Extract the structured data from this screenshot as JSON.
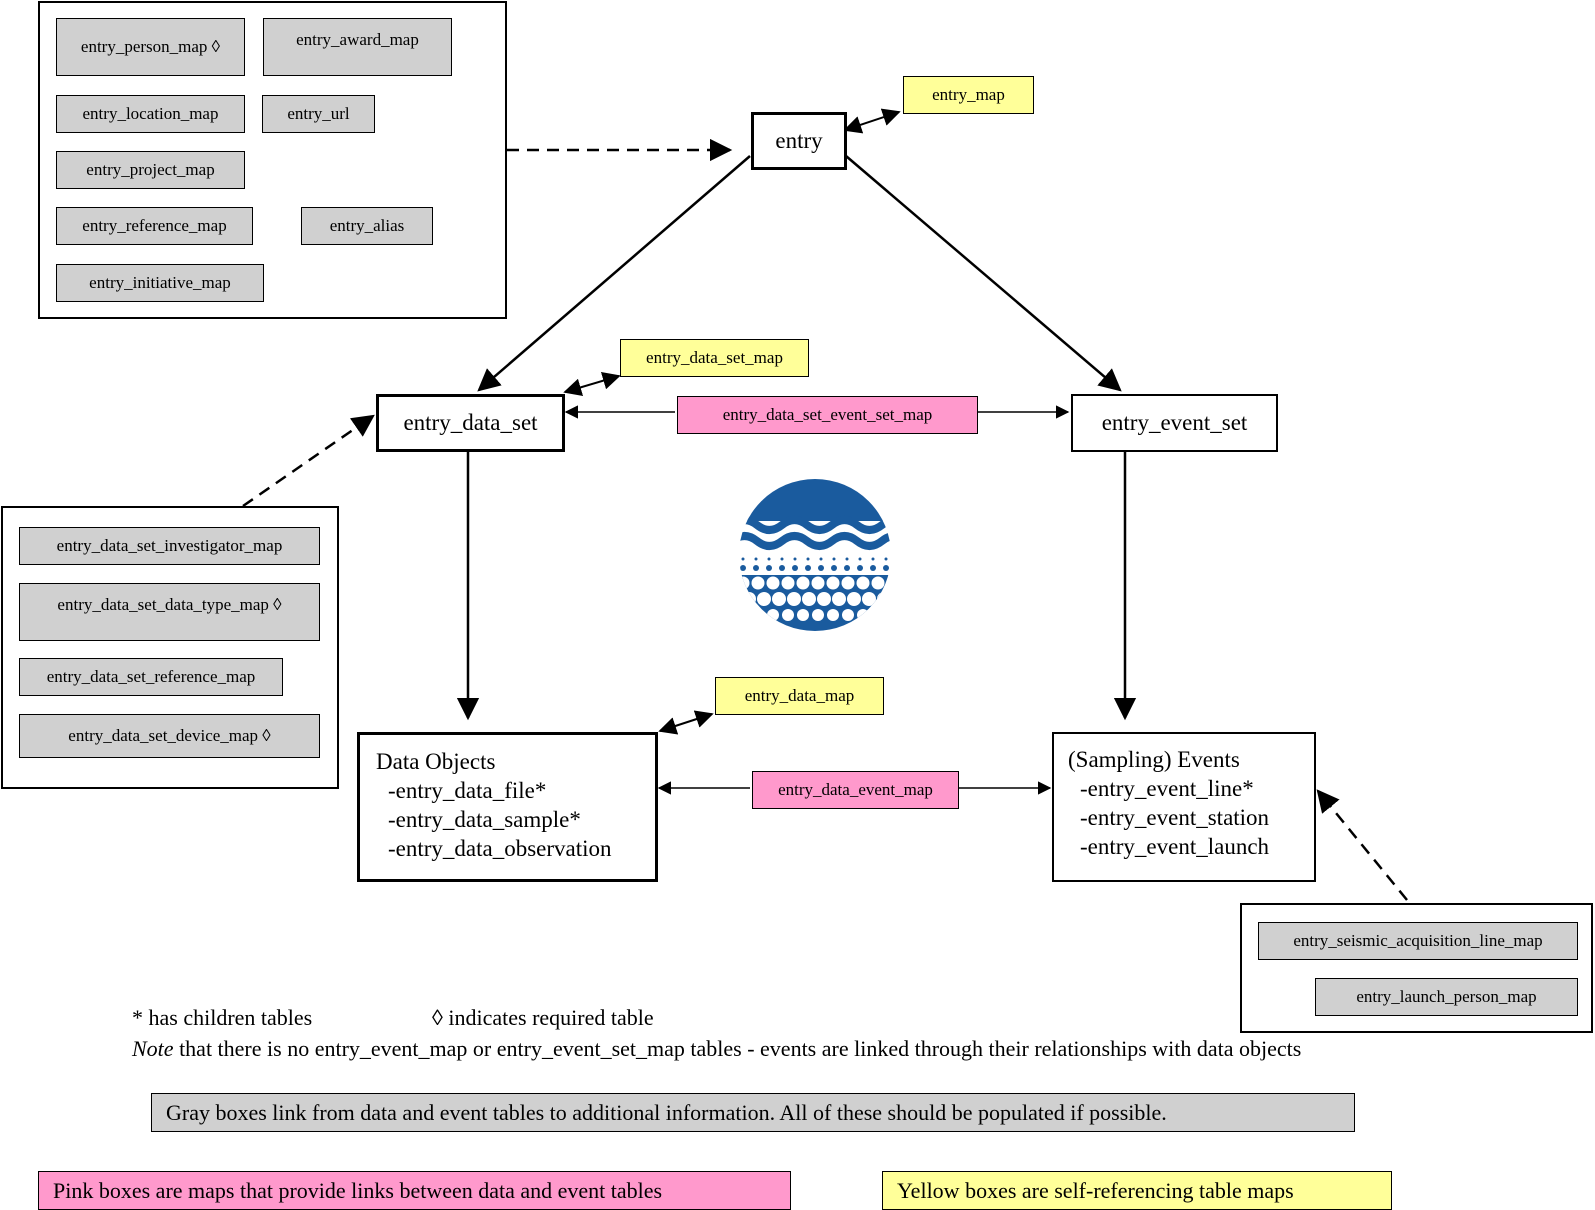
{
  "top_group": {
    "items": [
      "entry_person_map ◊",
      "entry_award_map",
      "entry_location_map",
      "entry_url",
      "entry_project_map",
      "entry_reference_map",
      "entry_alias",
      "entry_initiative_map"
    ]
  },
  "data_set_group": {
    "items": [
      "entry_data_set_investigator_map",
      "entry_data_set_data_type_map ◊",
      "entry_data_set_reference_map",
      "entry_data_set_device_map ◊"
    ]
  },
  "event_group": {
    "items": [
      "entry_seismic_acquisition_line_map",
      "entry_launch_person_map"
    ]
  },
  "nodes": {
    "entry": "entry",
    "entry_data_set": "entry_data_set",
    "entry_event_set": "entry_event_set",
    "data_objects": {
      "title": "Data Objects",
      "lines": [
        "-entry_data_file*",
        "-entry_data_sample*",
        "-entry_data_observation"
      ]
    },
    "events": {
      "title": "(Sampling) Events",
      "lines": [
        "-entry_event_line*",
        "-entry_event_station",
        "-entry_event_launch"
      ]
    }
  },
  "maps": {
    "entry_map": "entry_map",
    "entry_data_set_map": "entry_data_set_map",
    "entry_data_set_event_set_map": "entry_data_set_event_set_map",
    "entry_data_map": "entry_data_map",
    "entry_data_event_map": "entry_data_event_map"
  },
  "notes": {
    "children": "* has children tables",
    "required": "◊ indicates required table",
    "note_label": "Note",
    "note_text": " that there is no entry_event_map or entry_event_set_map tables - events are linked through their relationships with data objects"
  },
  "legend": {
    "gray": "Gray boxes link from data and event tables to additional information.  All of these should be populated if possible.",
    "pink": "Pink boxes are maps that provide links between data and event tables",
    "yellow": "Yellow boxes are self-referencing table maps"
  },
  "colors": {
    "gray_box": "#d0d0d0",
    "pink_box": "#ff99cc",
    "yellow_box": "#ffff99",
    "logo_blue": "#1a5b9e"
  },
  "icons": {
    "logo": "ocean-logo-icon"
  }
}
